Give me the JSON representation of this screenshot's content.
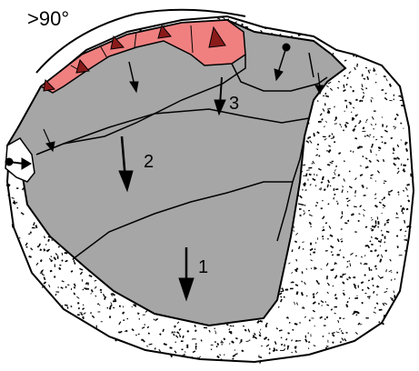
{
  "angle_label": ">90°",
  "region_labels": {
    "region_1": "1",
    "region_2": "2",
    "region_3": "3"
  },
  "colors": {
    "face_fill": "#a6a6a6",
    "retouch_fill": "#f08080",
    "retouch_arrow": "#8b1a1a",
    "cortex_fill": "#ffffff",
    "ink": "#000000"
  }
}
